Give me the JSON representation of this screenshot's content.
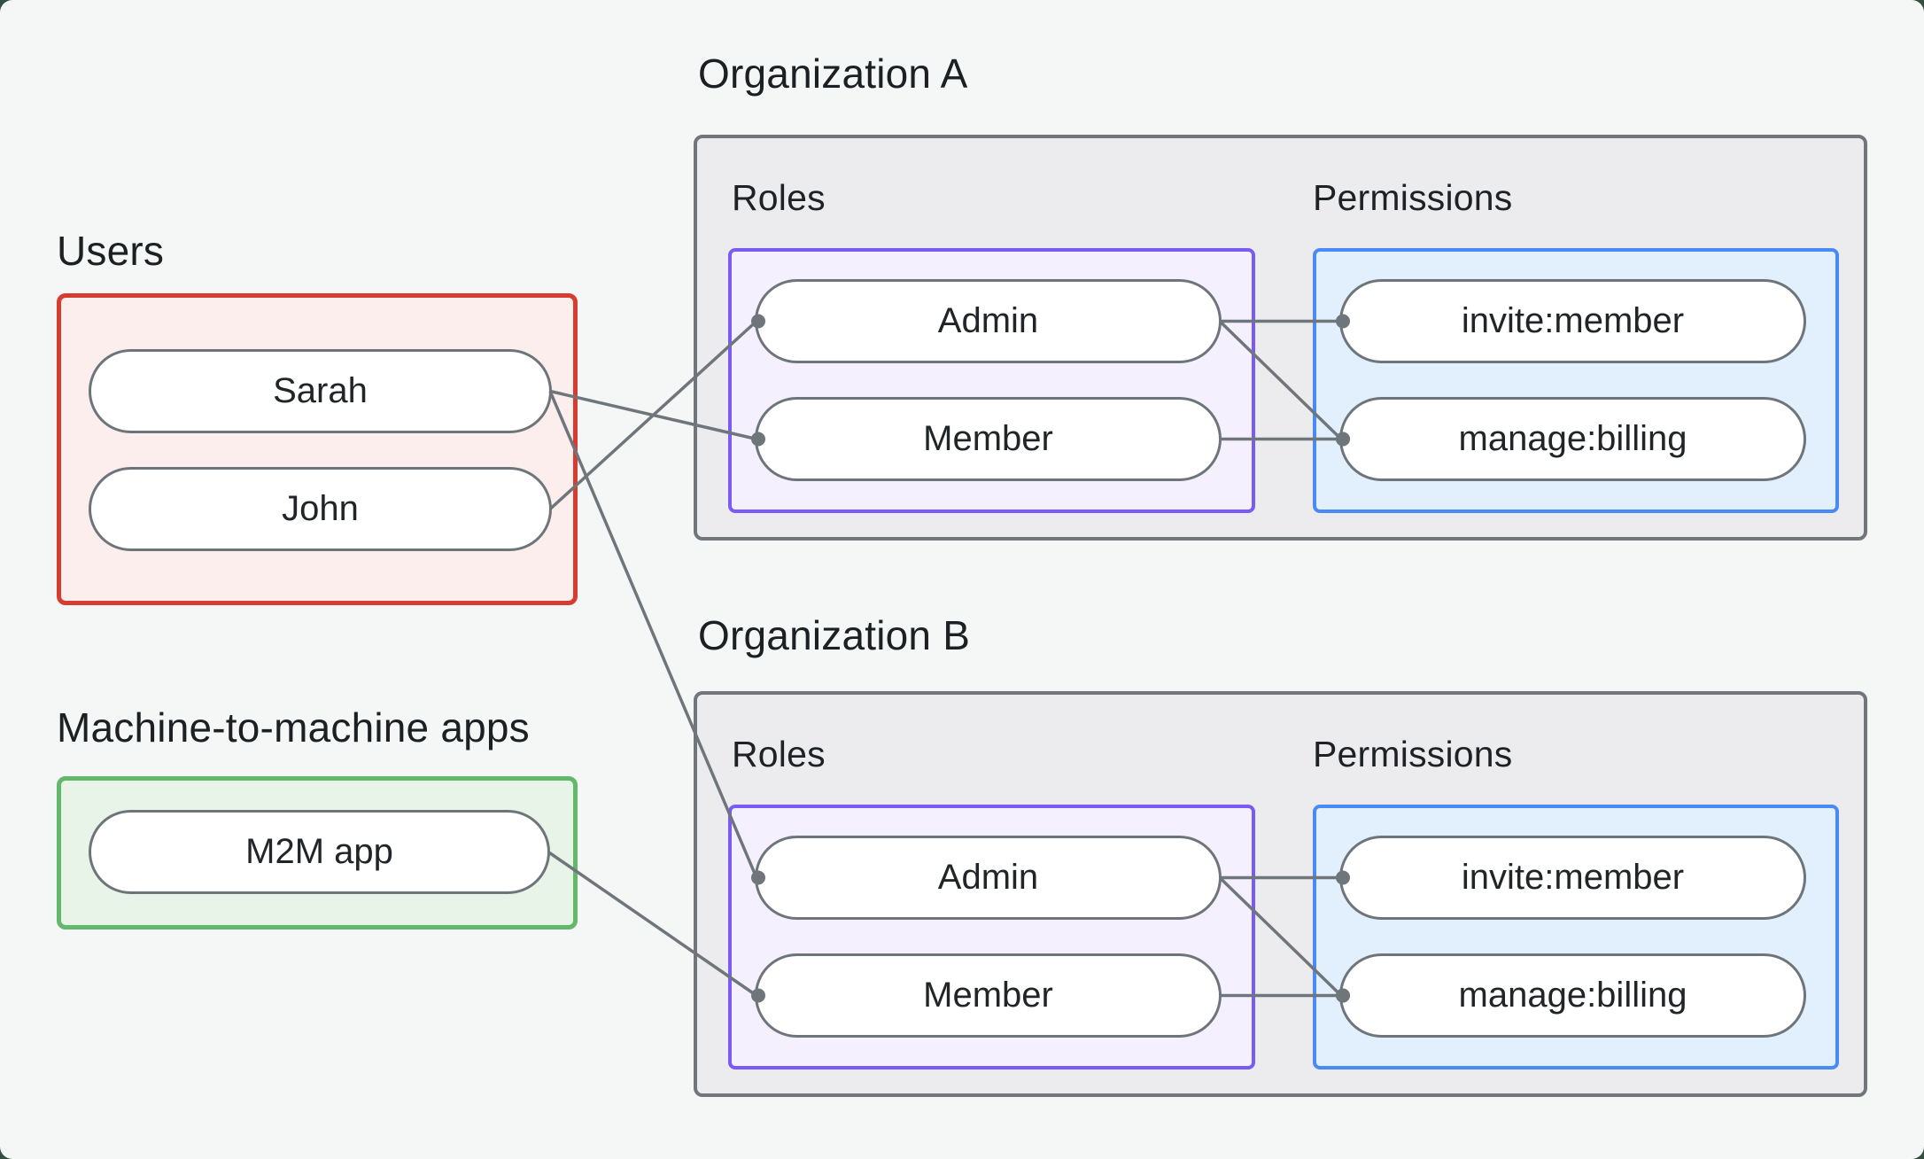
{
  "page": {
    "background": "#f5f7f6",
    "backdrop": "#32503f",
    "line_color": "#6f767b",
    "dot_color": "#6f767b",
    "text_color": "#1d2023"
  },
  "users_group": {
    "label": "Users",
    "border_color": "#d63c30",
    "fill_color": "#fceeec",
    "items": [
      {
        "id": "sarah",
        "label": "Sarah"
      },
      {
        "id": "john",
        "label": "John"
      }
    ]
  },
  "m2m_group": {
    "label": "Machine-to-machine apps",
    "border_color": "#63b86b",
    "fill_color": "#e9f4e9",
    "items": [
      {
        "id": "m2m",
        "label": "M2M app"
      }
    ]
  },
  "organizations": [
    {
      "id": "orgA",
      "title": "Organization A",
      "roles_label": "Roles",
      "permissions_label": "Permissions",
      "roles": [
        {
          "id": "orgA-admin",
          "label": "Admin"
        },
        {
          "id": "orgA-member",
          "label": "Member"
        }
      ],
      "permissions": [
        {
          "id": "orgA-invite",
          "label": "invite:member"
        },
        {
          "id": "orgA-billing",
          "label": "manage:billing"
        }
      ]
    },
    {
      "id": "orgB",
      "title": "Organization B",
      "roles_label": "Roles",
      "permissions_label": "Permissions",
      "roles": [
        {
          "id": "orgB-admin",
          "label": "Admin"
        },
        {
          "id": "orgB-member",
          "label": "Member"
        }
      ],
      "permissions": [
        {
          "id": "orgB-invite",
          "label": "invite:member"
        },
        {
          "id": "orgB-billing",
          "label": "manage:billing"
        }
      ]
    }
  ],
  "edges": [
    {
      "from": "sarah",
      "to": "orgA-member"
    },
    {
      "from": "john",
      "to": "orgA-admin"
    },
    {
      "from": "sarah",
      "to": "orgB-admin"
    },
    {
      "from": "m2m",
      "to": "orgB-member"
    },
    {
      "from": "orgA-admin",
      "to": "orgA-invite"
    },
    {
      "from": "orgA-admin",
      "to": "orgA-billing"
    },
    {
      "from": "orgA-member",
      "to": "orgA-billing"
    },
    {
      "from": "orgB-admin",
      "to": "orgB-invite"
    },
    {
      "from": "orgB-admin",
      "to": "orgB-billing"
    },
    {
      "from": "orgB-member",
      "to": "orgB-billing"
    }
  ]
}
